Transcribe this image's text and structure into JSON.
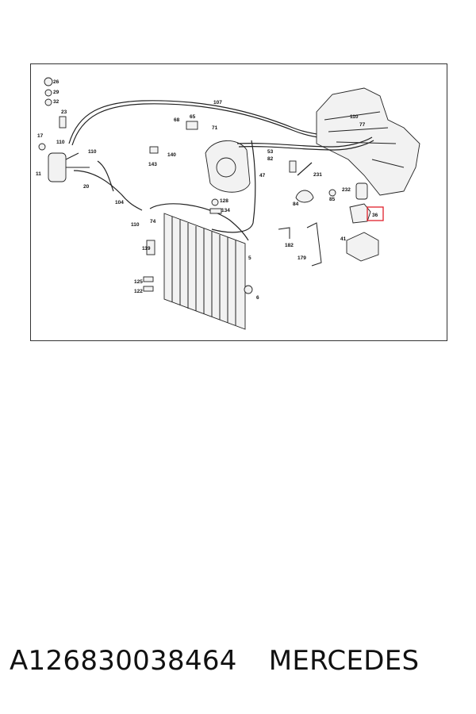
{
  "diagram": {
    "labels": [
      "26",
      "29",
      "32",
      "23",
      "17",
      "110",
      "11",
      "110",
      "20",
      "104",
      "107",
      "68",
      "65",
      "71",
      "143",
      "140",
      "53",
      "82",
      "47",
      "231",
      "110",
      "77",
      "232",
      "84",
      "85",
      "36",
      "110",
      "74",
      "119",
      "128",
      "134",
      "5",
      "182",
      "179",
      "41",
      "125",
      "122",
      "6"
    ],
    "highlight_label": "36"
  },
  "caption": {
    "part_number": "A126830038464",
    "brand": "MERCEDES"
  }
}
